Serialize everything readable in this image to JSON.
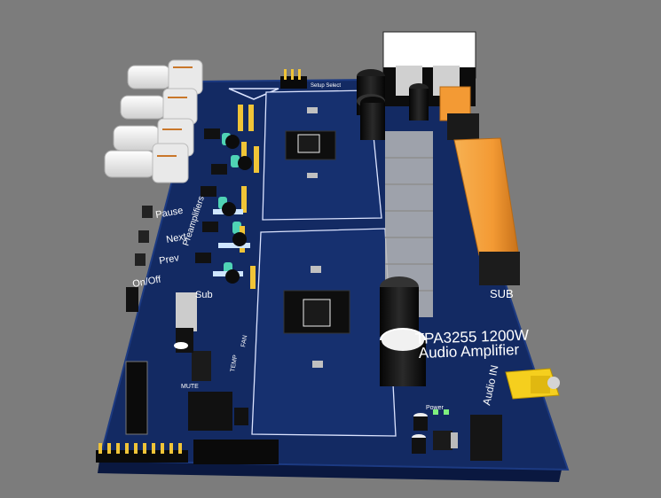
{
  "board": {
    "title_line1": "TPA3255 1200W",
    "title_line2": "Audio Amplifier",
    "setup_select": "Setup Select",
    "preamplifiers": "Preamplifiers",
    "btn_pause": "Pause",
    "btn_next": "Next",
    "btn_prev": "Prev",
    "btn_onoff": "On/Off",
    "sub": "Sub",
    "sub_out": "SUB",
    "audio_in": "Audio IN",
    "power": "Power",
    "mute": "MUTE",
    "temp": "TEMP",
    "fan": "FAN"
  },
  "colors": {
    "background": "#7c7c7c",
    "pcb": "#132a63",
    "silkscreen": "#ffffff",
    "relay": "#f39a34",
    "jack": "#f5cf1e"
  }
}
